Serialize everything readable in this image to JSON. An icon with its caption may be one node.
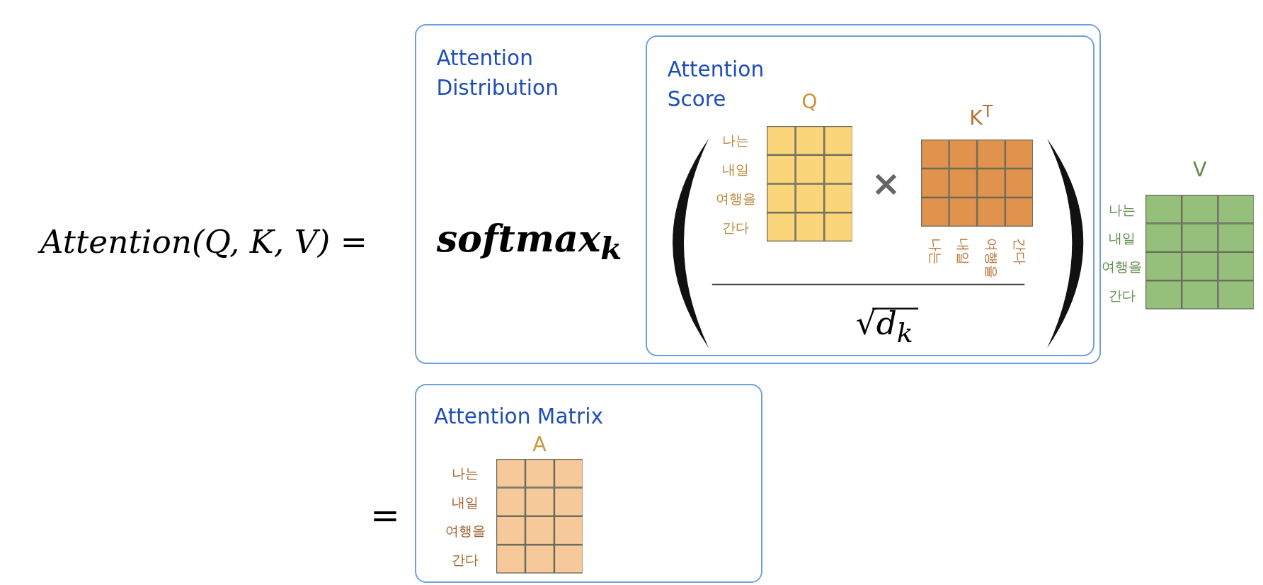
{
  "diagram": {
    "nodes": [
      {
        "text": [
          "Attention Distribution"
        ]
      },
      {
        "text": [
          "Attention Score"
        ],
        "in": 0
      },
      {
        "text": [
          "Q"
        ],
        "beside": [
          "나는",
          "내일",
          "여행을",
          "간다"
        ],
        "in": 1
      },
      {
        "text": [
          "K$^{T}$"
        ],
        "beside": [
          "나는",
          "내일",
          "여행을",
          "간다"
        ],
        "in": 1
      },
      {
        "text": [
          "V"
        ],
        "beside": [
          "나는",
          "내일",
          "여행을",
          "간다"
        ]
      },
      {
        "text": [
          "Attention Matrix"
        ]
      },
      {
        "text": [
          "A"
        ],
        "beside": [
          "나는",
          "내일",
          "여행을",
          "간다"
        ],
        "in": 5
      }
    ],
    "labels": [
      "Attention(Q, K, V) =",
      "softmax$_{k}$",
      "×",
      "√d$_{k}$",
      "="
    ]
  }
}
